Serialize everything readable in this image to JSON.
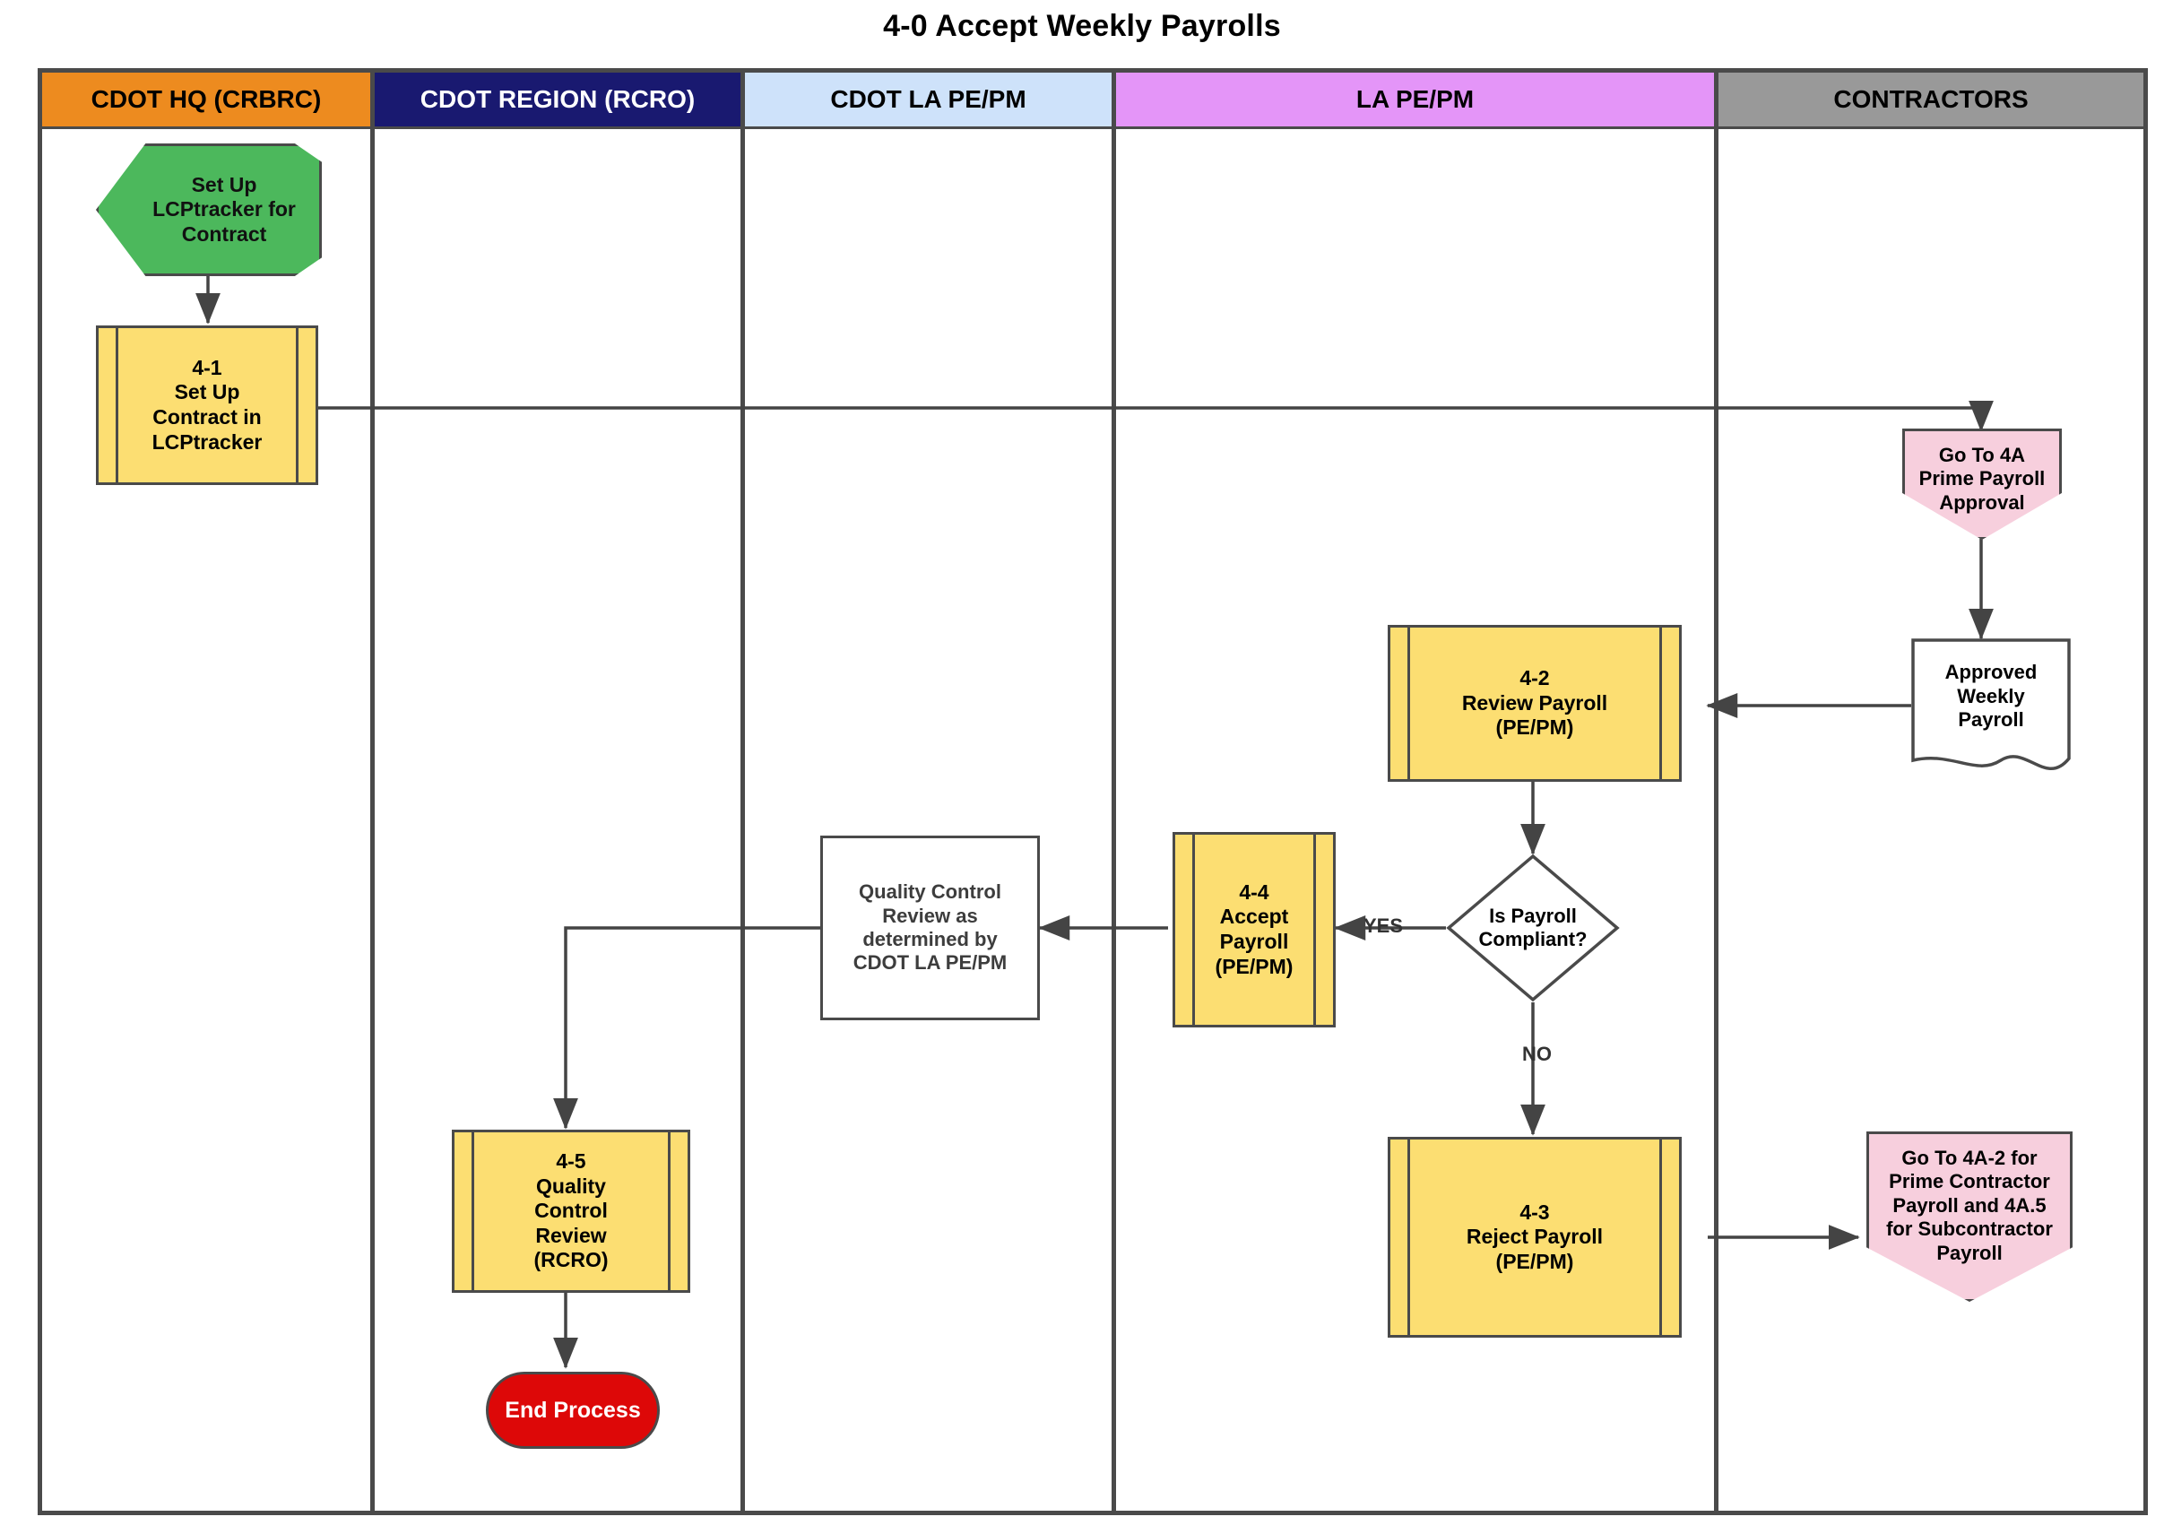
{
  "title": "4-0 Accept Weekly Payrolls",
  "lanes": [
    {
      "id": "cdot-hq",
      "label": "CDOT HQ (CRBRC)",
      "bg": "#ED8B1F",
      "fg": "#000000"
    },
    {
      "id": "cdot-region",
      "label": "CDOT REGION (RCRO)",
      "bg": "#191970",
      "fg": "#FFFFFF"
    },
    {
      "id": "cdot-la-pepm",
      "label": "CDOT LA PE/PM",
      "bg": "#CEE2FA",
      "fg": "#000000"
    },
    {
      "id": "la-pepm",
      "label": "LA PE/PM",
      "bg": "#E495F8",
      "fg": "#000000"
    },
    {
      "id": "contractors",
      "label": "CONTRACTORS",
      "bg": "#999999",
      "fg": "#000000"
    }
  ],
  "nodes": {
    "start": {
      "label": "Set Up\nLCPtracker for\nContract",
      "shape": "start-flag",
      "color": "#4CB85C",
      "lane": "cdot-hq"
    },
    "n41": {
      "label": "4-1\nSet Up\nContract in\nLCPtracker",
      "shape": "predefined-process",
      "color": "#FCDE72",
      "lane": "cdot-hq"
    },
    "goto4a": {
      "label": "Go To 4A\nPrime Payroll\nApproval",
      "shape": "off-page-connector",
      "color": "#F7CFDD",
      "lane": "contractors"
    },
    "approved": {
      "label": "Approved\nWeekly\nPayroll",
      "shape": "document",
      "color": "#FFFFFF",
      "lane": "contractors"
    },
    "n42": {
      "label": "4-2\nReview Payroll\n(PE/PM)",
      "shape": "predefined-process",
      "color": "#FCDE72",
      "lane": "la-pepm"
    },
    "decision": {
      "label": "Is Payroll\nCompliant?",
      "shape": "decision",
      "color": "#FFFFFF",
      "lane": "la-pepm"
    },
    "n44": {
      "label": "4-4\nAccept\nPayroll\n(PE/PM)",
      "shape": "predefined-process",
      "color": "#FCDE72",
      "lane": "la-pepm"
    },
    "qc": {
      "label": "Quality Control\nReview as\ndetermined by\nCDOT LA PE/PM",
      "shape": "rectangle",
      "color": "#FFFFFF",
      "lane": "cdot-la-pepm"
    },
    "n45": {
      "label": "4-5\nQuality\nControl\nReview\n(RCRO)",
      "shape": "predefined-process",
      "color": "#FCDE72",
      "lane": "cdot-region"
    },
    "end": {
      "label": "End Process",
      "shape": "terminator",
      "color": "#DD0808",
      "lane": "cdot-region"
    },
    "n43": {
      "label": "4-3\nReject Payroll\n(PE/PM)",
      "shape": "predefined-process",
      "color": "#FCDE72",
      "lane": "la-pepm"
    },
    "goto4a2": {
      "label": "Go To 4A-2 for\nPrime Contractor\nPayroll and 4A.5\nfor Subcontractor\nPayroll",
      "shape": "off-page-connector",
      "color": "#F7CFDD",
      "lane": "contractors"
    }
  },
  "edge_labels": {
    "yes": "YES",
    "no": "NO"
  }
}
